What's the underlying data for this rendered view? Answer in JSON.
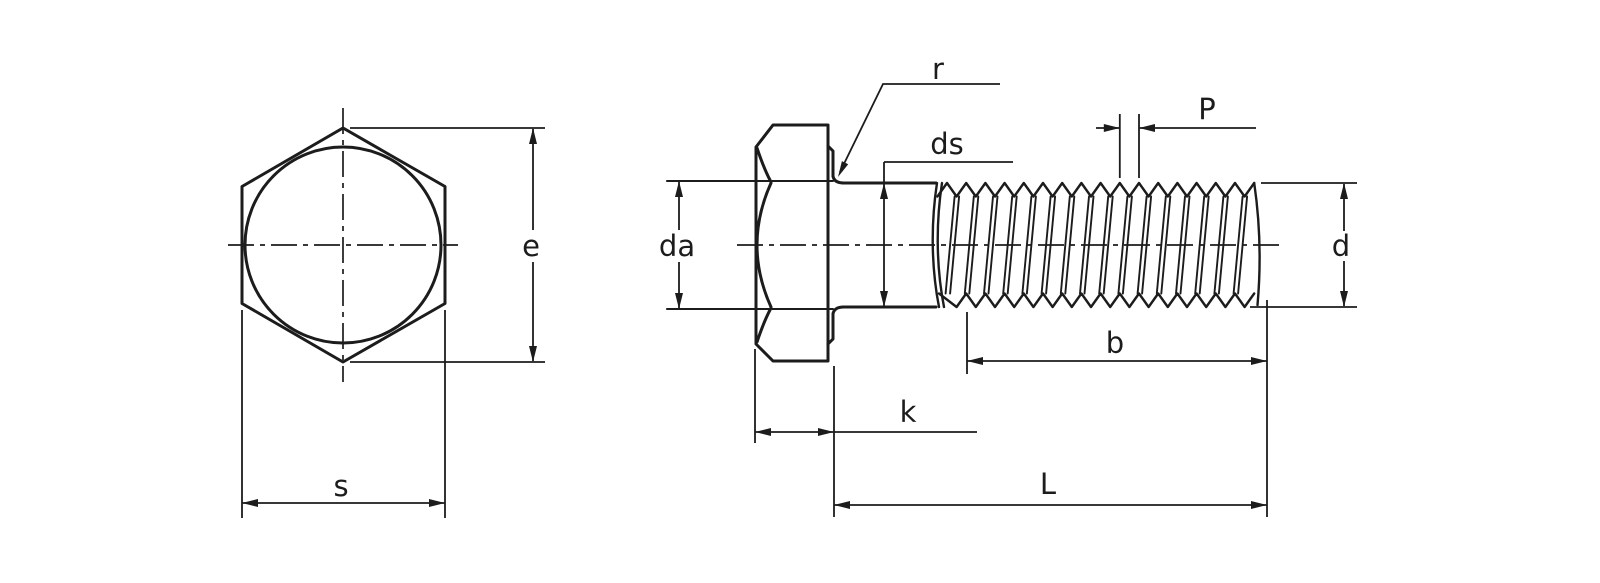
{
  "drawing": {
    "background_color": "#ffffff",
    "line_color": "#1c1c1c",
    "end_view": {
      "labels": {
        "e": "e",
        "s": "s"
      }
    },
    "side_view": {
      "labels": {
        "r": "r",
        "da": "da",
        "ds": "ds",
        "p": "P",
        "d": "d",
        "b": "b",
        "k": "k",
        "l": "L"
      }
    }
  }
}
